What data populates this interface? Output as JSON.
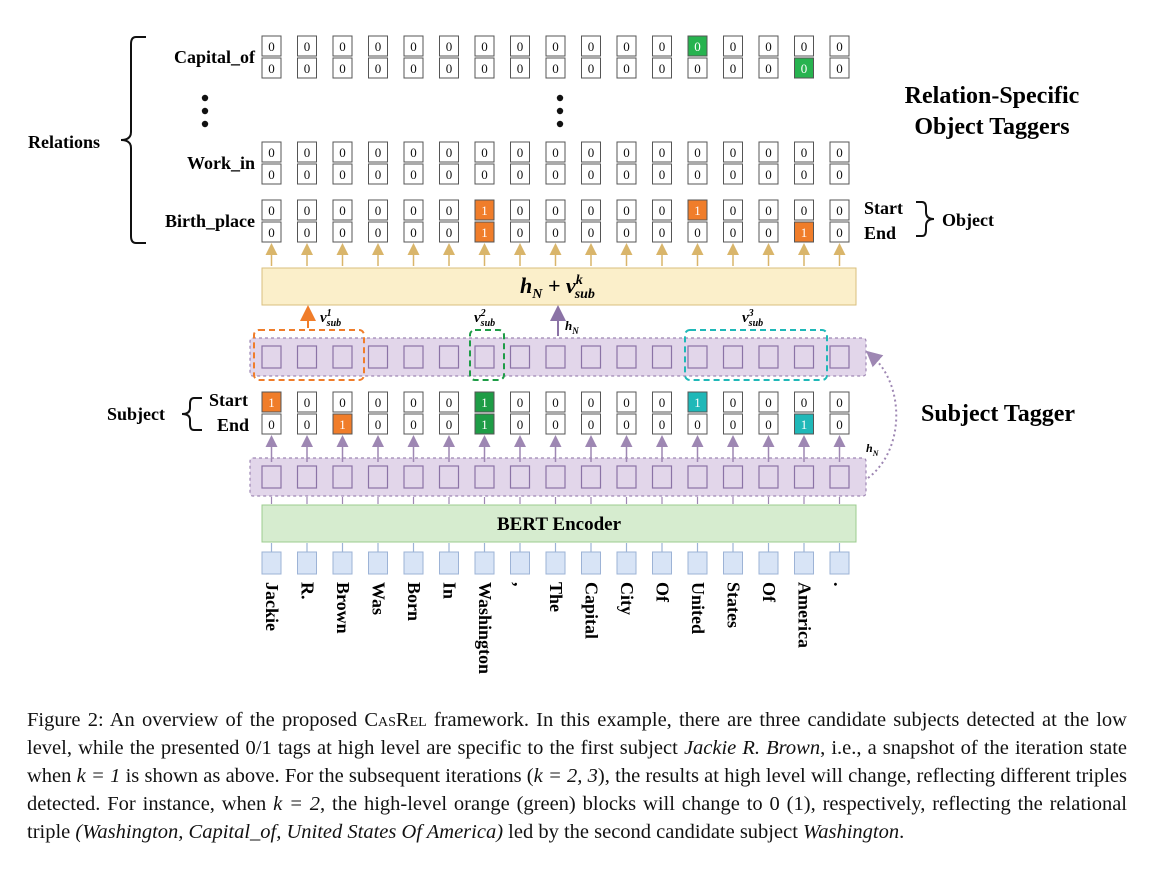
{
  "figure": {
    "relation_labels": [
      "Capital_of",
      "⋮",
      "Work_in",
      "Birth_place"
    ],
    "relations_group_label": "Relations",
    "object_start_label": "Start",
    "object_end_label": "End",
    "object_group_label": "Object",
    "subject_start_label": "Start",
    "subject_end_label": "End",
    "subject_group_label": "Subject",
    "title_object_taggers_line1": "Relation-Specific",
    "title_object_taggers_line2": "Object Taggers",
    "title_subject_tagger": "Subject Tagger",
    "encoder_label": "BERT Encoder",
    "fusion_label_main": "h",
    "fusion_label_sub1": "N",
    "fusion_label_plus": " + v",
    "fusion_label_sup": "k",
    "fusion_label_sub2": "sub",
    "vsub_labels": [
      {
        "base": "v",
        "sup": "1",
        "sub": "sub"
      },
      {
        "base": "v",
        "sup": "2",
        "sub": "sub"
      },
      {
        "base": "v",
        "sup": "3",
        "sub": "sub"
      }
    ],
    "hn_label": {
      "base": "h",
      "sub": "N"
    },
    "tokens": [
      "Jackie",
      "R.",
      "Brown",
      "Was",
      "Born",
      "In",
      "Washington",
      ",",
      "The",
      "Capital",
      "City",
      "Of",
      "United",
      "States",
      "Of",
      "America",
      "."
    ],
    "tags": {
      "capital_of_start": [
        0,
        0,
        0,
        0,
        0,
        0,
        0,
        0,
        0,
        0,
        0,
        0,
        0,
        0,
        0,
        0,
        0
      ],
      "capital_of_end": [
        0,
        0,
        0,
        0,
        0,
        0,
        0,
        0,
        0,
        0,
        0,
        0,
        0,
        0,
        0,
        0,
        0
      ],
      "work_in_start": [
        0,
        0,
        0,
        0,
        0,
        0,
        0,
        0,
        0,
        0,
        0,
        0,
        0,
        0,
        0,
        0,
        0
      ],
      "work_in_end": [
        0,
        0,
        0,
        0,
        0,
        0,
        0,
        0,
        0,
        0,
        0,
        0,
        0,
        0,
        0,
        0,
        0
      ],
      "birth_place_start": [
        0,
        0,
        0,
        0,
        0,
        0,
        1,
        0,
        0,
        0,
        0,
        0,
        1,
        0,
        0,
        0,
        0
      ],
      "birth_place_end": [
        0,
        0,
        0,
        0,
        0,
        0,
        1,
        0,
        0,
        0,
        0,
        0,
        0,
        0,
        0,
        1,
        0
      ],
      "subject_start": [
        1,
        0,
        0,
        0,
        0,
        0,
        1,
        0,
        0,
        0,
        0,
        0,
        1,
        0,
        0,
        0,
        0
      ],
      "subject_end": [
        0,
        0,
        1,
        0,
        0,
        0,
        1,
        0,
        0,
        0,
        0,
        0,
        0,
        0,
        0,
        1,
        0
      ]
    },
    "highlights": {
      "capital_of_start": {
        "12": "green"
      },
      "capital_of_end": {
        "15": "green"
      },
      "birth_place_start": {
        "6": "orange",
        "12": "orange"
      },
      "birth_place_end": {
        "6": "orange",
        "15": "orange"
      },
      "subject_start": {
        "0": "orange",
        "6": "darkgreen",
        "12": "teal"
      },
      "subject_end": {
        "2": "orange",
        "6": "darkgreen",
        "15": "teal"
      }
    },
    "colors": {
      "orange": "#f07d2a",
      "green": "#27b34f",
      "darkgreen": "#1e9c46",
      "teal": "#1fb8b8",
      "purple_fill": "#e2d6ea",
      "purple_border": "#9e87b3",
      "fusion_fill": "#fbefca",
      "fusion_border": "#d9bf7e",
      "encoder_fill": "#d6eccf",
      "encoder_border": "#9ccc8f",
      "token_fill": "#d8e4f6",
      "token_border": "#9db3d6"
    }
  },
  "caption": {
    "part1": "Figure 2: An overview of the proposed ",
    "framework_name": "CasRel",
    "part2": " framework. In this example, there are three candidate subjects detected at the low level, while the presented 0/1 tags at high level are specific to the first subject ",
    "subject_example": "Jackie R. Brown",
    "part3": ", i.e., a snapshot of the iteration state when ",
    "k_eq_1": "k = 1",
    "part4": " is shown as above. For the subsequent iterations (",
    "k_eq_23": "k = 2, 3",
    "part5": "), the results at high level will change, reflecting different triples detected. For instance, when ",
    "k_eq_2": "k = 2",
    "part6": ", the high-level orange (green) blocks will change to 0 (1), respectively, reflecting the relational triple ",
    "triple": "(Washington, Capital_of, United States Of America)",
    "part7": " led by the second candidate subject ",
    "second_subject": "Washington",
    "part8": "."
  }
}
